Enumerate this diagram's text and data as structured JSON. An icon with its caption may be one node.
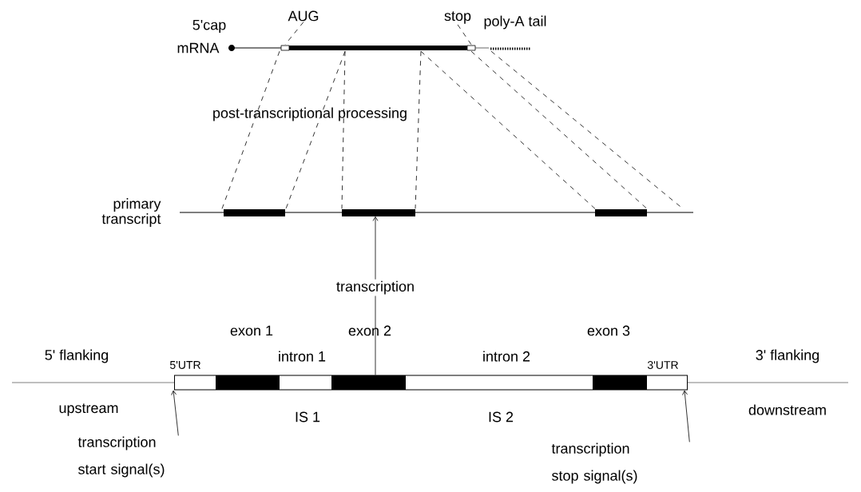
{
  "diagram": {
    "nodes": [
      {
        "text": [],
        "shape": "bar",
        "beside": [
          "mRNA"
        ]
      },
      {
        "text": [
          "AUG"
        ]
      },
      {
        "text": [
          "stop"
        ]
      },
      {
        "text": [],
        "shape": "bar",
        "beside": [
          "primary transcript"
        ]
      },
      {
        "text": [],
        "shape": "bar",
        "beside": [
          "5'UTR",
          "3'UTR"
        ]
      },
      {
        "text": [
          "transcription start signal(s)"
        ]
      },
      {
        "text": [
          "transcription stop signal(s)"
        ]
      }
    ],
    "edges": [
      {
        "from": 0,
        "to": 3,
        "arrow": "none",
        "style": "dashed"
      },
      {
        "from": 0,
        "to": 3,
        "arrow": "none",
        "style": "dashed"
      },
      {
        "from": 0,
        "to": 3,
        "arrow": "none",
        "style": "dashed"
      },
      {
        "from": 0,
        "to": 3,
        "arrow": "none",
        "style": "dashed"
      },
      {
        "from": 0,
        "to": 3,
        "arrow": "none",
        "style": "dashed"
      },
      {
        "from": 0,
        "to": 3,
        "arrow": "none",
        "style": "dashed"
      },
      {
        "from": 0,
        "to": 3,
        "arrow": "none",
        "style": "dashed"
      },
      {
        "from": 1,
        "to": 0,
        "arrow": "none",
        "style": "dashed"
      },
      {
        "from": 2,
        "to": 0,
        "arrow": "none",
        "style": "dashed"
      },
      {
        "from": 4,
        "to": 3,
        "arrow": "to",
        "label": "transcription"
      },
      {
        "from": 5,
        "to": 4,
        "arrow": "to"
      },
      {
        "from": 6,
        "to": 4,
        "arrow": "to"
      }
    ],
    "labels": [
      "5'cap",
      "poly-A tail",
      "post-transcriptional processing",
      "exon 1",
      "exon 2",
      "exon 3",
      "5' flanking",
      "intron 1",
      "intron 2",
      "3' flanking",
      "upstream",
      "IS 1",
      "IS 2",
      "downstream"
    ]
  }
}
